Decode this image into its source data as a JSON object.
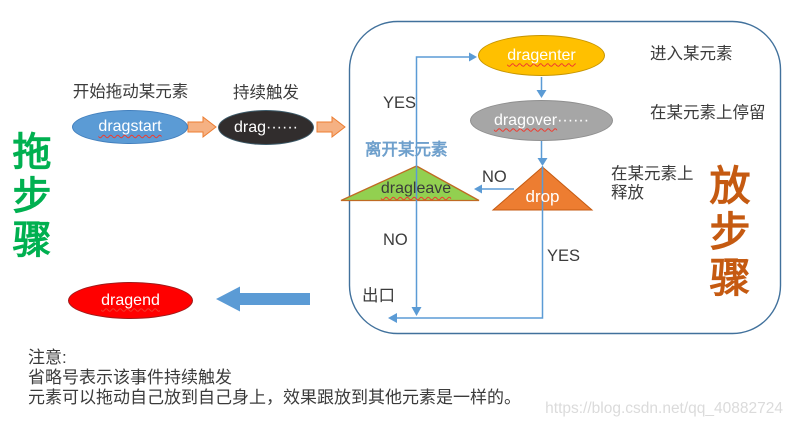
{
  "left_flow": {
    "vertical_title": {
      "text": "拖步骤",
      "color": "#00B050"
    },
    "dragstart": {
      "caption": "开始拖动某元素",
      "label": "dragstart",
      "fill": "#5B9BD5"
    },
    "drag": {
      "caption": "持续触发",
      "label": "drag······",
      "fill": "#312D2D"
    },
    "dragend": {
      "label": "dragend",
      "fill": "#FF0000"
    }
  },
  "flow_box": {
    "border_color": "#41719C",
    "connector_color": "#5B9BD5",
    "dragenter": {
      "label": "dragenter",
      "caption": "进入某元素",
      "fill": "#FFC000"
    },
    "dragover": {
      "label_word": "dragover",
      "label_dots": "······",
      "caption": "在某元素上停留",
      "fill": "#A6A6A6"
    },
    "dragleave": {
      "label": "dragleave",
      "caption": "离开某元素",
      "caption_color": "#6FA0CC",
      "fill": "#92D050"
    },
    "drop": {
      "label": "drop",
      "caption_line1": "在某元素上",
      "caption_line2": "释放",
      "fill": "#ED7D31"
    },
    "decision_labels": {
      "yes_top": "YES",
      "no_mid": "NO",
      "no_bottom": "NO",
      "yes_bottom": "YES",
      "exit": "出口"
    },
    "vertical_title": {
      "text": "放步骤",
      "color": "#C55A11"
    }
  },
  "notes": {
    "line1": "注意:",
    "line2": "省略号表示该事件持续触发",
    "line3": "元素可以拖动自己放到自己身上，效果跟放到其他元素是一样的。"
  },
  "watermark": {
    "text": "https://blog.csdn.net/qq_40882724",
    "color": "#DBDBDB"
  }
}
